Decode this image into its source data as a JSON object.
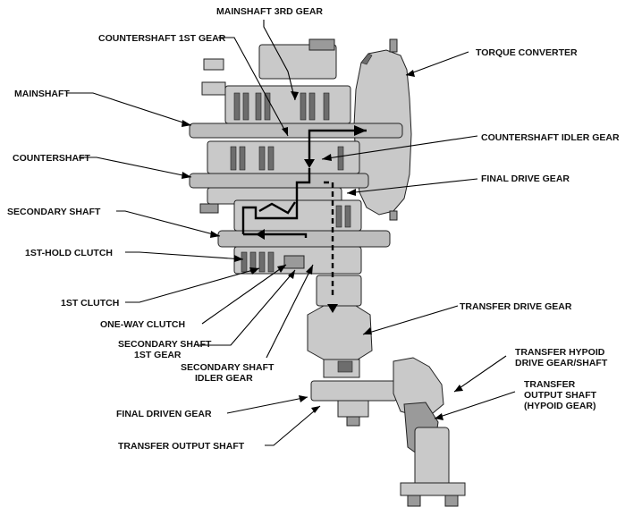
{
  "labels": {
    "mainshaft_3rd_gear": "MAINSHAFT 3RD GEAR",
    "countershaft_1st_gear": "COUNTERSHAFT 1ST GEAR",
    "torque_converter": "TORQUE CONVERTER",
    "mainshaft": "MAINSHAFT",
    "countershaft_idler_gear": "COUNTERSHAFT IDLER GEAR",
    "countershaft": "COUNTERSHAFT",
    "final_drive_gear": "FINAL DRIVE GEAR",
    "secondary_shaft": "SECONDARY SHAFT",
    "first_hold_clutch": "1ST-HOLD CLUTCH",
    "first_clutch": "1ST CLUTCH",
    "transfer_drive_gear": "TRANSFER DRIVE GEAR",
    "one_way_clutch": "ONE-WAY CLUTCH",
    "secondary_shaft_1st_gear_line1": "SECONDARY SHAFT",
    "secondary_shaft_1st_gear_line2": "1ST GEAR",
    "transfer_hypoid_line1": "TRANSFER HYPOID",
    "transfer_hypoid_line2": "DRIVE GEAR/SHAFT",
    "secondary_shaft_idler_line1": "SECONDARY SHAFT",
    "secondary_shaft_idler_line2": "IDLER GEAR",
    "transfer_output_hypoid_line1": "TRANSFER",
    "transfer_output_hypoid_line2": "OUTPUT SHAFT",
    "transfer_output_hypoid_line3": "(HYPOID GEAR)",
    "final_driven_gear": "FINAL DRIVEN GEAR",
    "transfer_output_shaft": "TRANSFER OUTPUT SHAFT"
  }
}
